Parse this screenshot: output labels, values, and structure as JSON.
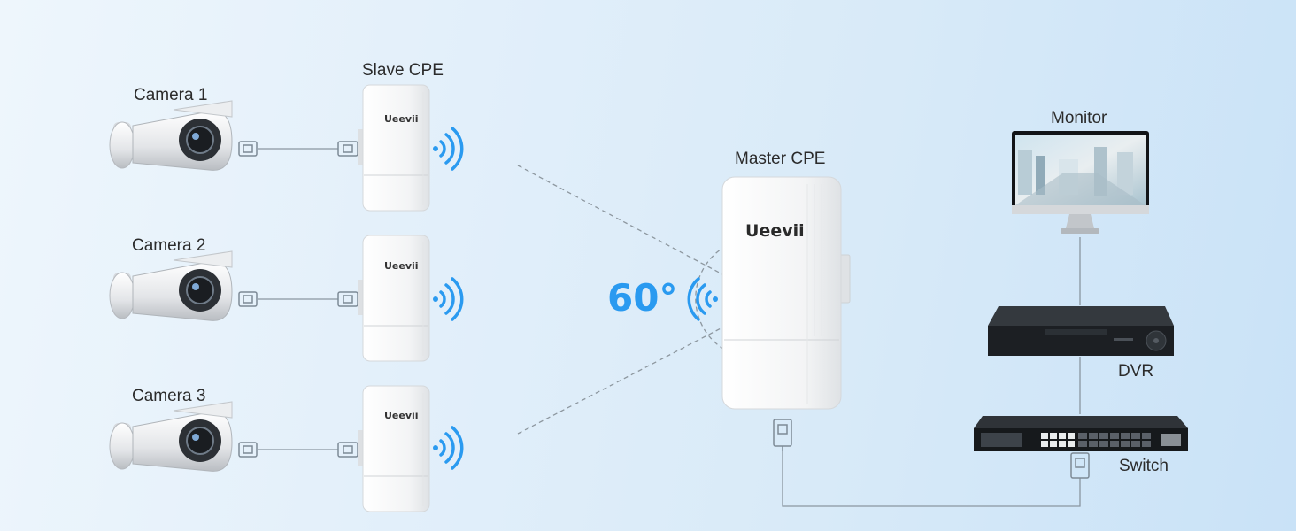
{
  "labels": {
    "camera1": "Camera 1",
    "camera2": "Camera 2",
    "camera3": "Camera 3",
    "slave_cpe": "Slave CPE",
    "master_cpe": "Master CPE",
    "monitor": "Monitor",
    "dvr": "DVR",
    "switch": "Switch"
  },
  "angle": "60°",
  "brand": "Ueevii",
  "colors": {
    "accent": "#2a9af0",
    "line": "#8a9aa6",
    "device_white": "#f7f8f9",
    "device_dark": "#1e2226"
  },
  "icons": [
    "bullet-camera-icon",
    "ethernet-plug-icon",
    "wifi-signal-icon",
    "monitor-icon",
    "dvr-icon",
    "network-switch-icon"
  ]
}
